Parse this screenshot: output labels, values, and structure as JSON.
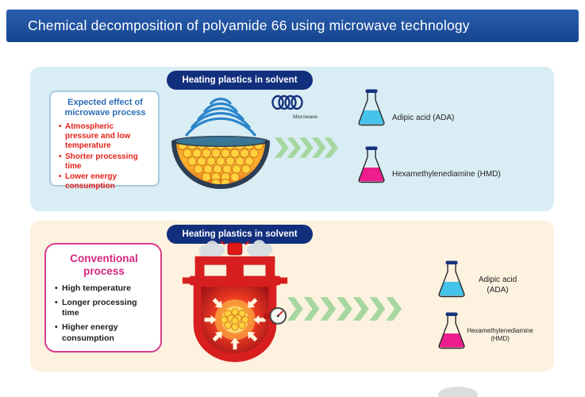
{
  "title": "Chemical decomposition of polyamide 66 using microwave technology",
  "colors": {
    "banner_top": "#2a5fae",
    "banner_bottom": "#15448f",
    "panel1_bg": "#d9edf4",
    "panel2_bg": "#fdf1df",
    "badge_bg": "#122f7d",
    "microwave_box_border": "#a9cade",
    "microwave_title": "#2f6eb6",
    "bullet_red": "#e5231b",
    "conventional_border": "#d63d8c",
    "conventional_title": "#d6277f",
    "arrow_green": "#a6d7a1",
    "flask_blue": "#45c3ea",
    "flask_pink": "#ee1d8e",
    "vessel_red": "#d81f1f",
    "wave_blue": "#1e7dc8",
    "navy": "#16337f"
  },
  "microwave_panel": {
    "badge": "Heating plastics in solvent",
    "box_title": "Expected effect of microwave process",
    "bullets": [
      "Atmospheric pressure and low temperature",
      "Shorter processing time",
      "Lower energy consumption"
    ],
    "microwave_label": "Microwave",
    "flask_ada_label": "Adipic acid (ADA)",
    "flask_hmd_label": "Hexamethylenediamine (HMD)"
  },
  "conventional_panel": {
    "badge": "Heating plastics in solvent",
    "box_title": "Conventional process",
    "bullets": [
      "High temperature",
      "Longer processing time",
      "Higher energy consumption"
    ],
    "flask_ada_label": "Adipic acid (ADA)",
    "flask_hmd_label": "Hexamethylenediamine (HMD)"
  }
}
